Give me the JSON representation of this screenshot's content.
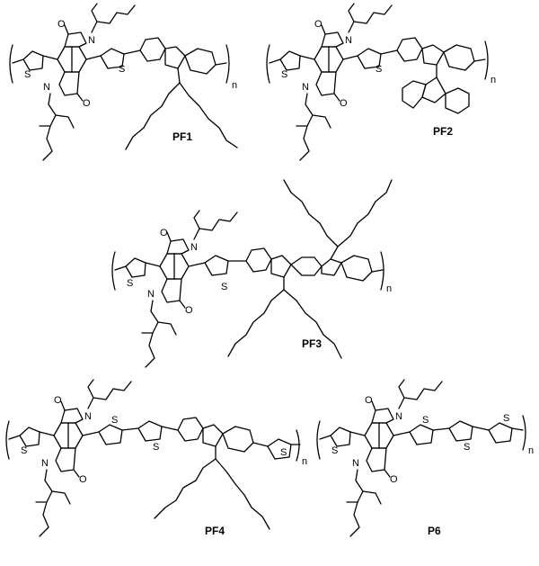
{
  "figure": {
    "polymers": [
      {
        "id": "PF1",
        "label": "PF1",
        "repeat": "n"
      },
      {
        "id": "PF2",
        "label": "PF2",
        "repeat": "n"
      },
      {
        "id": "PF3",
        "label": "PF3",
        "repeat": "n"
      },
      {
        "id": "PF4",
        "label": "PF4",
        "repeat": "n"
      },
      {
        "id": "P6",
        "label": "P6",
        "repeat": "n"
      }
    ],
    "atoms": {
      "sulfur": "S",
      "nitrogen": "N",
      "oxygen": "O"
    }
  }
}
